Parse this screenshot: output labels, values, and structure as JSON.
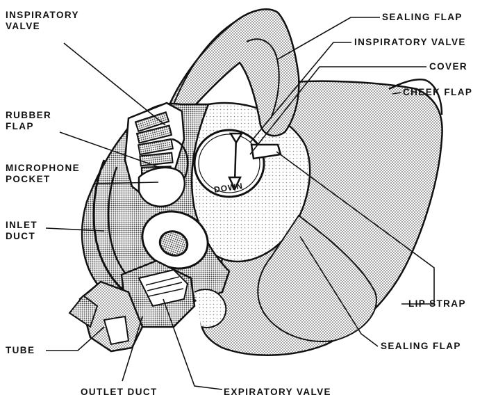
{
  "diagram": {
    "labels": {
      "inspiratory_valve_left": [
        "INSPIRATORY",
        "VALVE"
      ],
      "rubber_flap": [
        "RUBBER",
        "FLAP"
      ],
      "microphone_pocket": [
        "MICROPHONE",
        "POCKET"
      ],
      "inlet_duct": [
        "INLET",
        "DUCT"
      ],
      "tube": "TUBE",
      "outlet_duct": "OUTLET DUCT",
      "expiratory_valve": "EXPIRATORY VALVE",
      "sealing_flap_top": "SEALING FLAP",
      "inspiratory_valve_right": "INSPIRATORY VALVE",
      "cover": "COVER",
      "cheek_flap": "CHEEK FLAP",
      "lip_strap": "LIP STRAP",
      "sealing_flap_bottom": "SEALING FLAP",
      "down_marking": "DOWN"
    },
    "colors": {
      "ink": "#111111",
      "shade": "#9a9a9a",
      "light_shade": "#d4d4d4",
      "paper": "#ffffff"
    }
  }
}
